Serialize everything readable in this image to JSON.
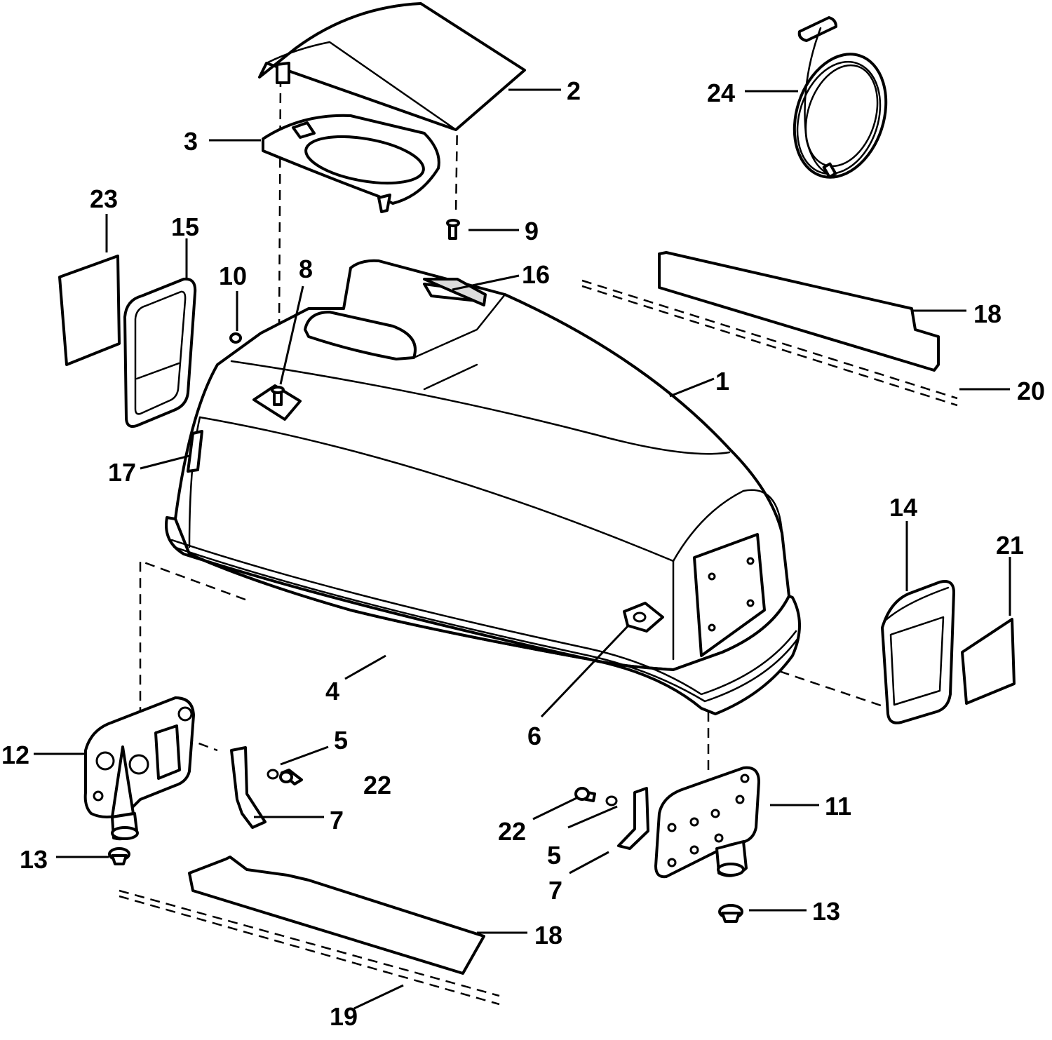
{
  "callouts": {
    "c1": "1",
    "c2": "2",
    "c3": "3",
    "c4": "4",
    "c5a": "5",
    "c5b": "5",
    "c6": "6",
    "c7a": "7",
    "c7b": "7",
    "c8": "8",
    "c9": "9",
    "c10": "10",
    "c11": "11",
    "c12": "12",
    "c13a": "13",
    "c13b": "13",
    "c14": "14",
    "c15": "15",
    "c16": "16",
    "c17": "17",
    "c18a": "18",
    "c18b": "18",
    "c19": "19",
    "c20": "20",
    "c21": "21",
    "c22a": "22",
    "c22b": "22",
    "c23": "23",
    "c24": "24"
  },
  "colors": {
    "line": "#000000",
    "background": "#ffffff"
  }
}
